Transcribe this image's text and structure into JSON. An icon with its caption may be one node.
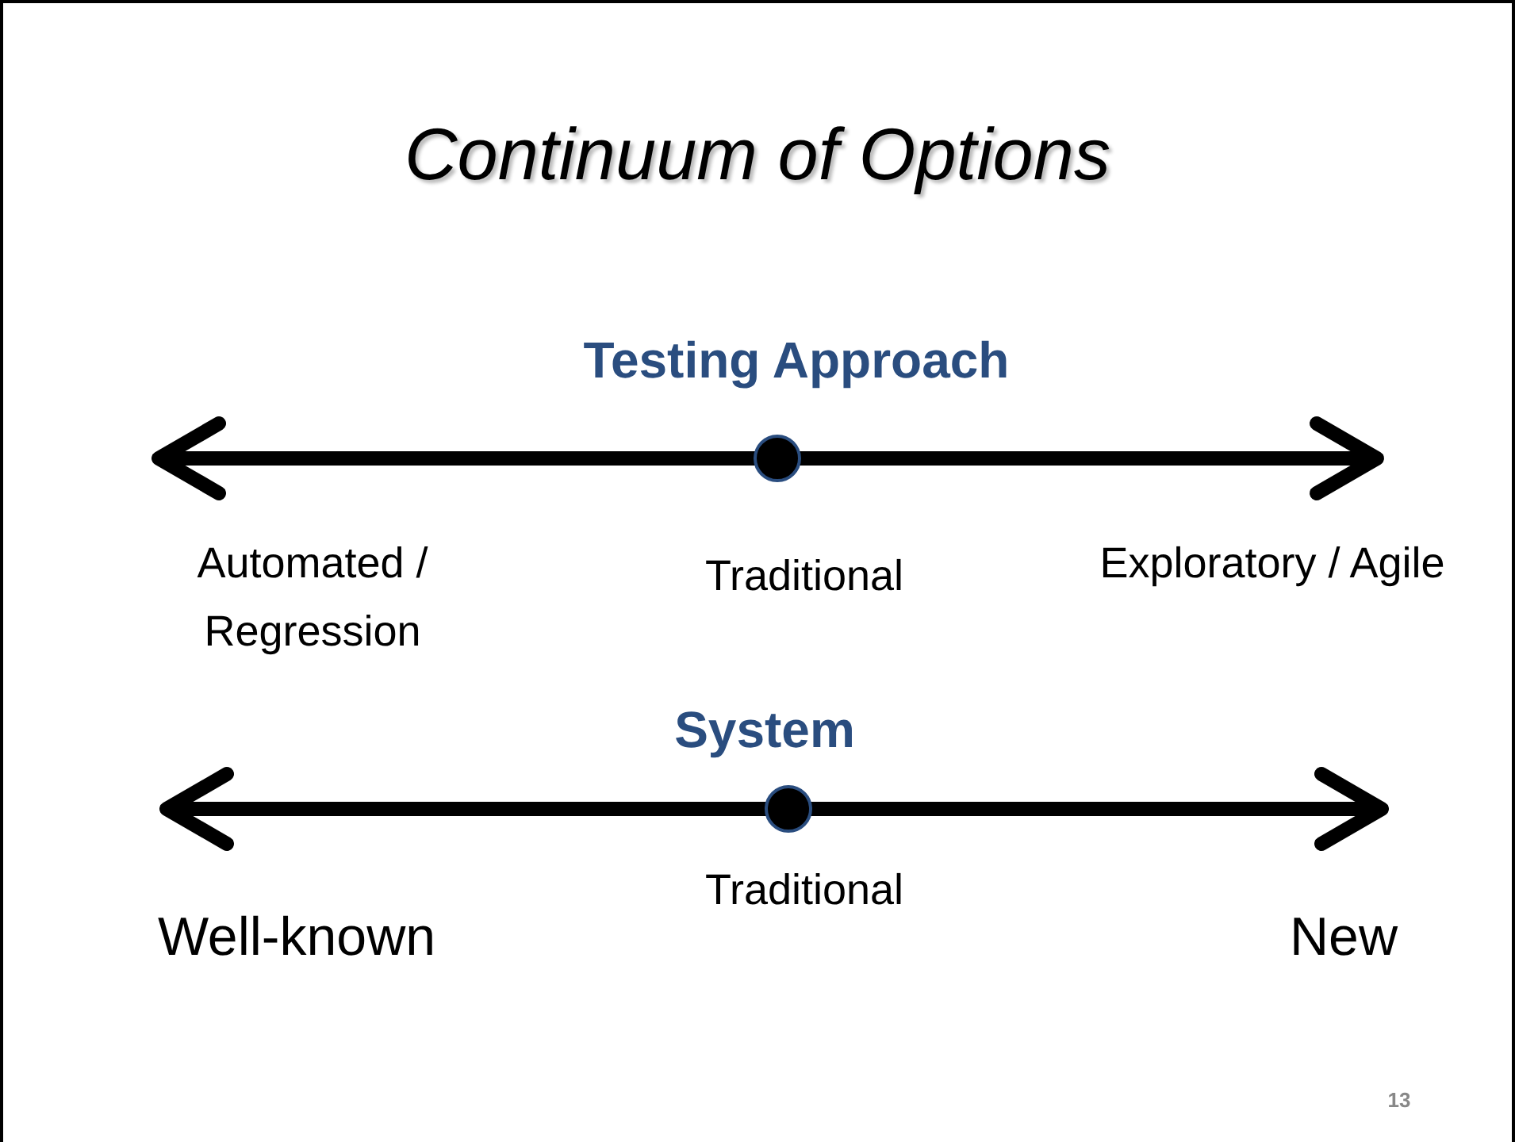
{
  "diagram": {
    "title": "Continuum of Options",
    "labels": [
      "Testing Approach",
      "Automated / Regression",
      "Traditional",
      "Exploratory / Agile",
      "System",
      "Traditional",
      "Well-known",
      "New",
      "13"
    ]
  }
}
